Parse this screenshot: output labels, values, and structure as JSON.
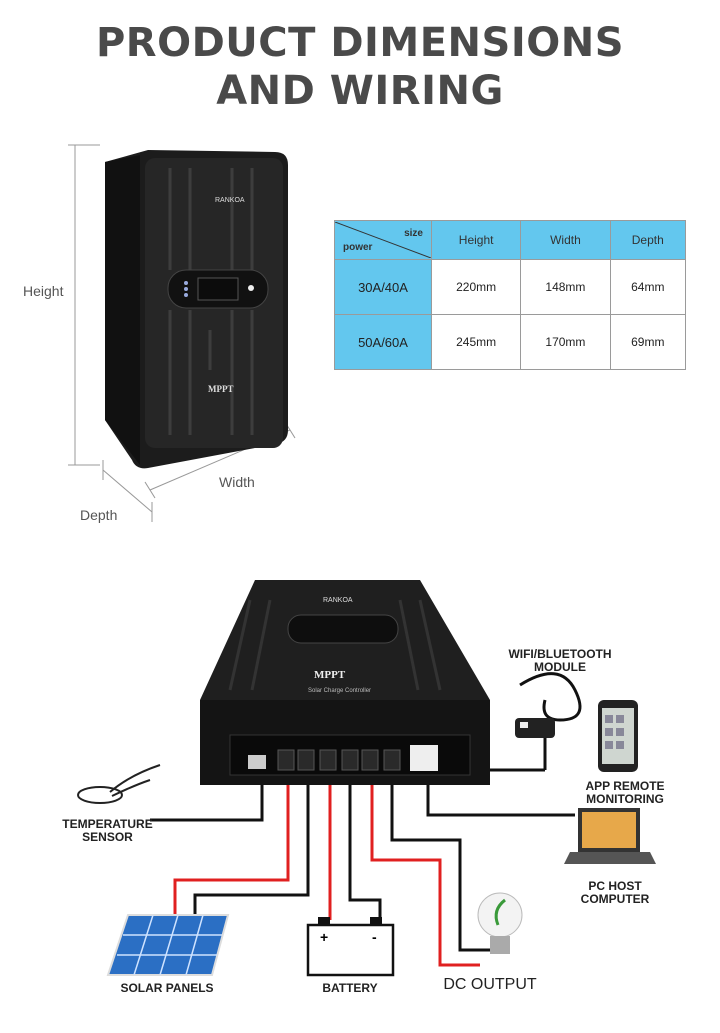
{
  "header": {
    "line1": "PRODUCT DIMENSIONS",
    "line2": "AND WIRING"
  },
  "product": {
    "brand": "RANKOA",
    "model": "MPPT",
    "subtitle": "Solar Charge Controller"
  },
  "dimension_labels": {
    "height": "Height",
    "width": "Width",
    "depth": "Depth"
  },
  "spec_table": {
    "corner_size": "size",
    "corner_power": "power",
    "columns": [
      "Height",
      "Width",
      "Depth"
    ],
    "rows": [
      {
        "power": "30A/40A",
        "height": "220mm",
        "width": "148mm",
        "depth": "64mm"
      },
      {
        "power": "50A/60A",
        "height": "245mm",
        "width": "170mm",
        "depth": "69mm"
      }
    ]
  },
  "wiring": {
    "wifi_module": "WIFI/BLUETOOTH MODULE",
    "app_remote": "APP REMOTE MONITORING",
    "temp_sensor": "TEMPERATURE SENSOR",
    "pc_host": "PC HOST COMPUTER",
    "solar_panels": "SOLAR PANELS",
    "battery": "BATTERY",
    "dc_output": "DC OUTPUT",
    "battery_plus": "+",
    "battery_minus": "-"
  },
  "colors": {
    "table_header": "#63c7ee",
    "wire_red": "#e02020",
    "wire_black": "#111111",
    "title": "#4a4a4a"
  }
}
